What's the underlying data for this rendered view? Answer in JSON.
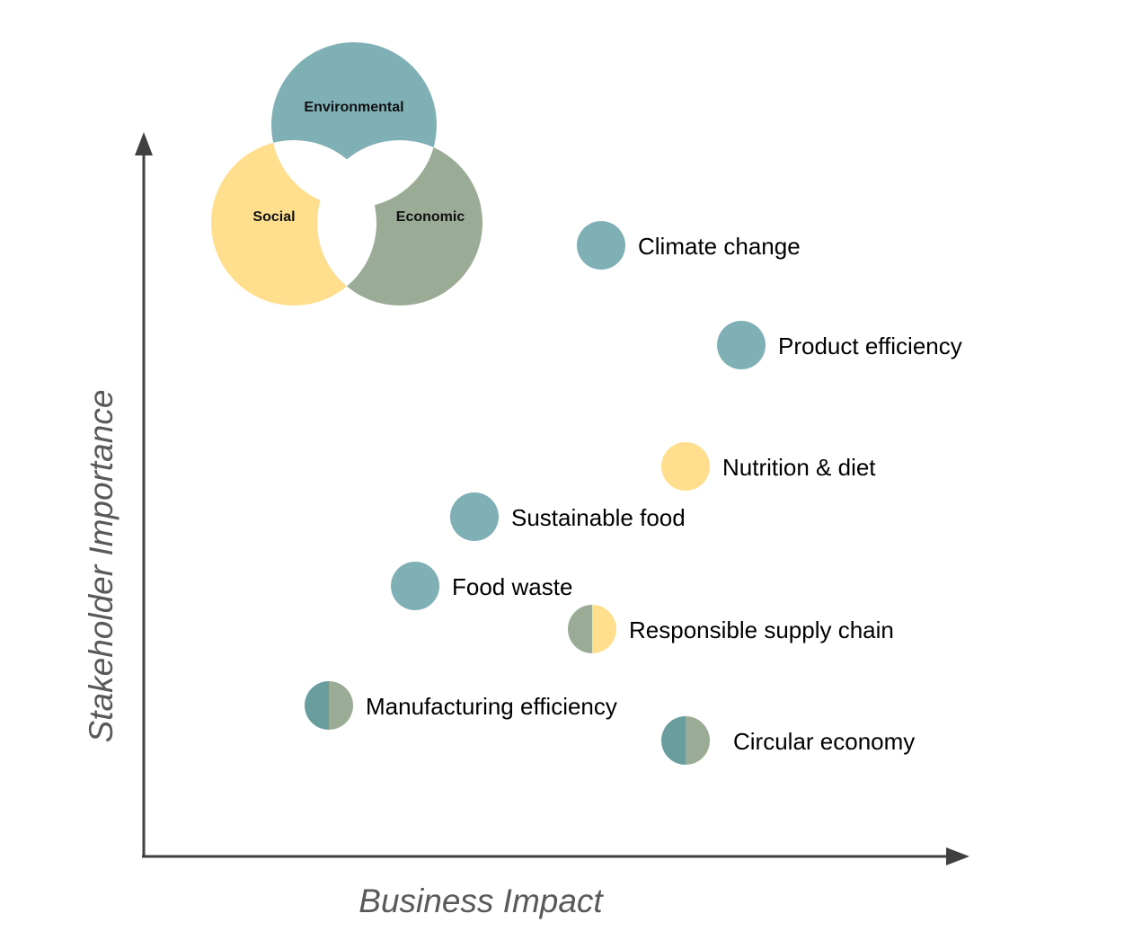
{
  "colors": {
    "environmental": "#7FB0B5",
    "social": "#FFDF8E",
    "economic": "#9BAC96",
    "environmental_dark": "#6A9E9E",
    "axis": "#404040",
    "axis_label": "#595959"
  },
  "venn": {
    "environmental": "Environmental",
    "social": "Social",
    "economic": "Economic"
  },
  "axes": {
    "x_label": "Business Impact",
    "y_label": "Stakeholder Importance"
  },
  "items": [
    {
      "label": "Climate change",
      "categories": [
        "Environmental"
      ]
    },
    {
      "label": "Product efficiency",
      "categories": [
        "Environmental"
      ]
    },
    {
      "label": "Nutrition & diet",
      "categories": [
        "Social"
      ]
    },
    {
      "label": "Sustainable food",
      "categories": [
        "Environmental"
      ]
    },
    {
      "label": "Food waste",
      "categories": [
        "Environmental"
      ]
    },
    {
      "label": "Responsible supply chain",
      "categories": [
        "Economic",
        "Social"
      ]
    },
    {
      "label": "Manufacturing efficiency",
      "categories": [
        "Environmental",
        "Economic"
      ]
    },
    {
      "label": "Circular economy",
      "categories": [
        "Environmental",
        "Economic"
      ]
    }
  ]
}
